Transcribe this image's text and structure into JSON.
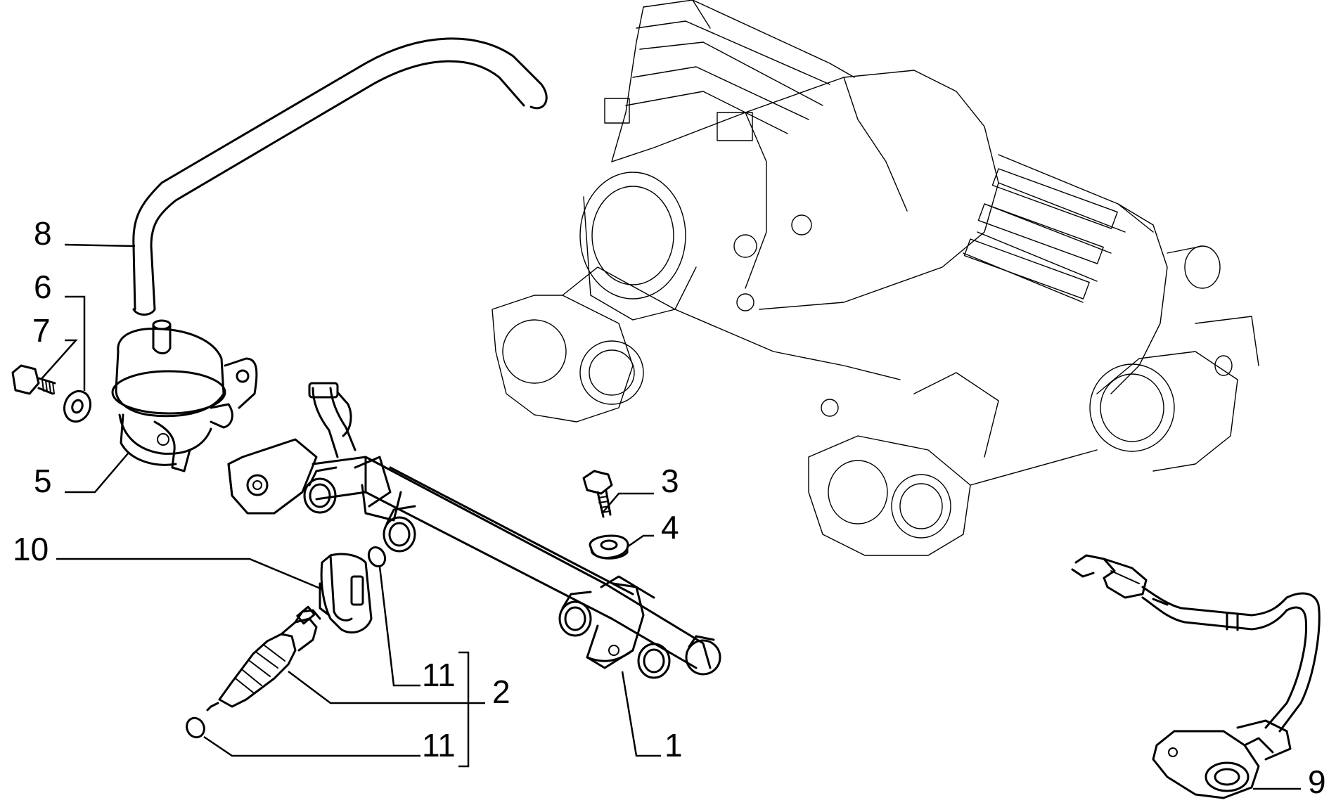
{
  "callouts": {
    "c1": "1",
    "c2": "2",
    "c3": "3",
    "c4": "4",
    "c5": "5",
    "c6": "6",
    "c7": "7",
    "c8": "8",
    "c9": "9",
    "c10": "10",
    "c11a": "11",
    "c11b": "11"
  },
  "icons": {
    "manifold": "intake-manifold-icon",
    "rail": "fuel-rail-icon",
    "regulator": "pressure-regulator-icon",
    "hose": "vacuum-hose-icon",
    "injector": "fuel-injector-icon",
    "sensor": "sensor-harness-icon"
  },
  "colors": {
    "ink": "#000000",
    "background": "#ffffff"
  }
}
